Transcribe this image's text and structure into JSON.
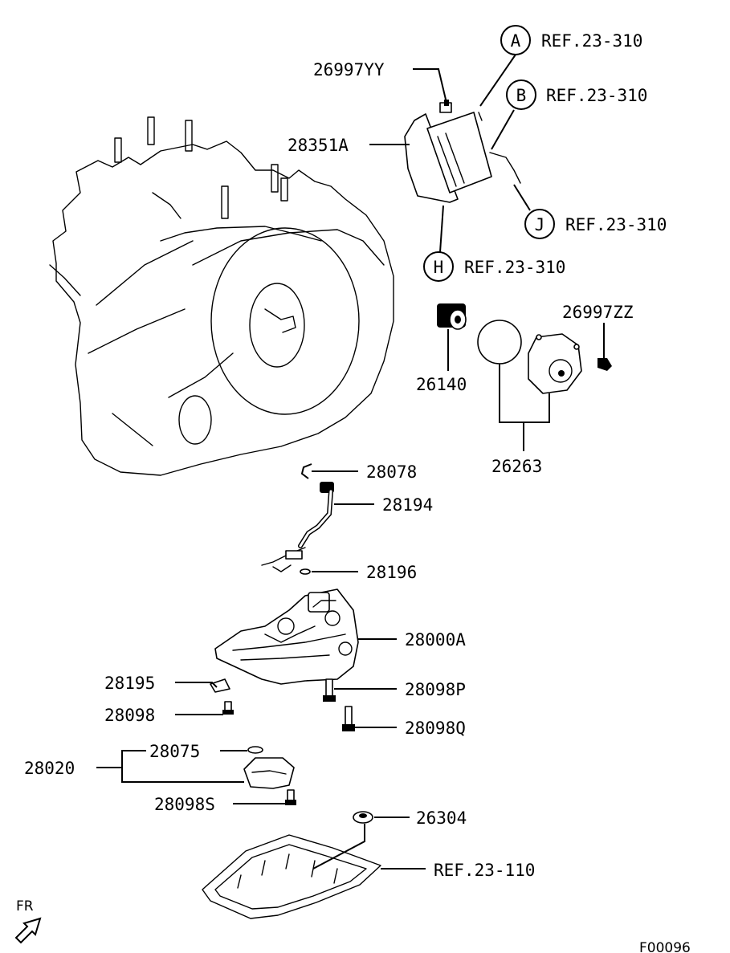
{
  "parts": {
    "p26997YY": "26997YY",
    "p28351A": "28351A",
    "p26140": "26140",
    "p26997ZZ": "26997ZZ",
    "p26263": "26263",
    "p28078": "28078",
    "p28194": "28194",
    "p28196": "28196",
    "p28000A": "28000A",
    "p28195": "28195",
    "p28098": "28098",
    "p28098P": "28098P",
    "p28098Q": "28098Q",
    "p28075": "28075",
    "p28020": "28020",
    "p28098S": "28098S",
    "p26304": "26304"
  },
  "refs": {
    "A": {
      "letter": "A",
      "text": "REF.23-310"
    },
    "B": {
      "letter": "B",
      "text": "REF.23-310"
    },
    "J": {
      "letter": "J",
      "text": "REF.23-310"
    },
    "H": {
      "letter": "H",
      "text": "REF.23-310"
    },
    "pan": {
      "text": "REF.23-110"
    }
  },
  "direction": "FR",
  "figure_id": "F00096"
}
